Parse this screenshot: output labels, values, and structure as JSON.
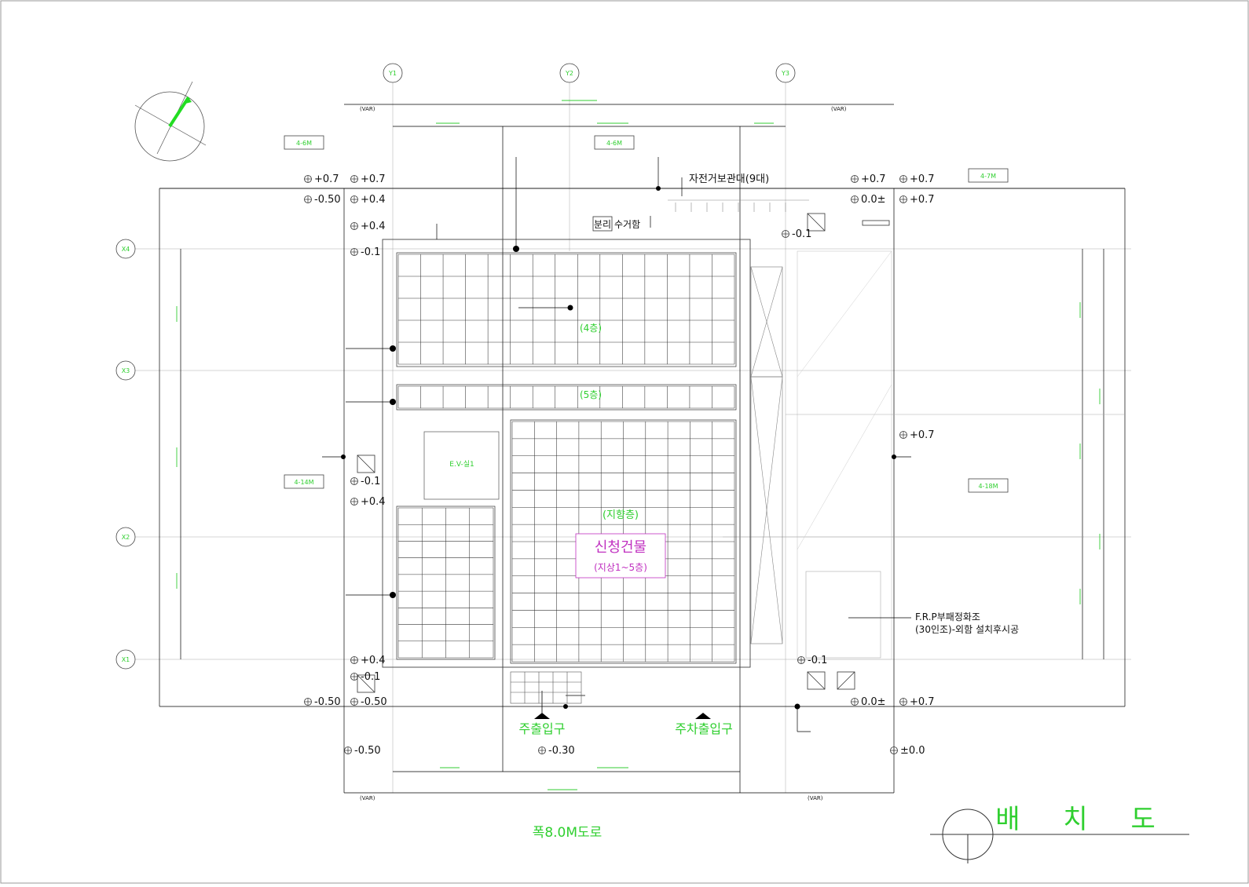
{
  "title": "배 치 도",
  "road": "폭8.0M도로",
  "axes": {
    "vertical": [
      "Y1",
      "Y2",
      "Y3"
    ],
    "horizontal": [
      "X4",
      "X3",
      "X2",
      "X1"
    ]
  },
  "building": {
    "name": "신청건물",
    "floors": "(지상1~5층)",
    "roof": "(지향층)",
    "floor4": "(4층)",
    "floor5": "(5층)",
    "core": "E.V-실1"
  },
  "entrances": {
    "pedestrian": "주출입구",
    "vehicle": "주차출입구"
  },
  "facilities": {
    "bicycle": "자전거보관대(9대)",
    "recycling": "분리",
    "recycling2": "수거함",
    "septic_line1": "F.R.P부패정화조",
    "septic_line2": "(30인조)-외함 설치후시공"
  },
  "boxes": {
    "b1": "4-6M",
    "b2": "4-6M",
    "b3": "4-7M",
    "b4": "4-14M",
    "b5": "4-18M"
  },
  "var_label": "(VAR)",
  "levels": {
    "a": "+0.7",
    "b": "+0.7",
    "c": "-0.50",
    "d": "+0.4",
    "e": "+0.4",
    "f": "-0.1",
    "g": "+0.7",
    "h": "+0.7",
    "i": "0.0±",
    "j": "+0.7",
    "k": "-0.1",
    "l": "-0.1",
    "m": "+0.4",
    "n": "+0.7",
    "o": "+0.4",
    "p": "-0.1",
    "q": "-0.50",
    "r": "-0.50",
    "s": "-0.1",
    "t": "0.0±",
    "u": "+0.7",
    "v": "-0.50",
    "w": "-0.30",
    "x": "±0.0"
  },
  "colors": {
    "dimension_green": "#2fcf2f",
    "building_magenta": "#c030c0",
    "line_black": "#111111"
  }
}
